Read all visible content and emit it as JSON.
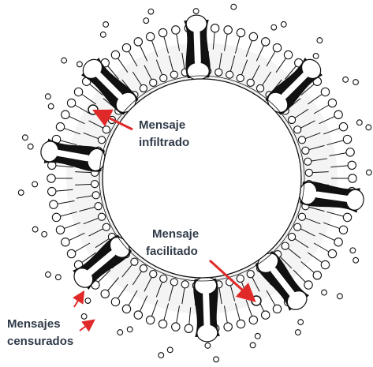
{
  "labels": {
    "infiltrado": [
      "Mensaje",
      "infiltrado"
    ],
    "facilitado": [
      "Mensaje",
      "facilitado"
    ],
    "censurados": [
      "Mensajes",
      "censurados"
    ]
  },
  "colors": {
    "arrow": "#e02a2a",
    "label_text": "#2f3a48",
    "ink": "#111111",
    "fill": "#ffffff"
  },
  "membrane": {
    "outer_lipid_heads": 72,
    "inner_lipid_heads": 60,
    "exterior_dots": 48,
    "pores": 8
  }
}
